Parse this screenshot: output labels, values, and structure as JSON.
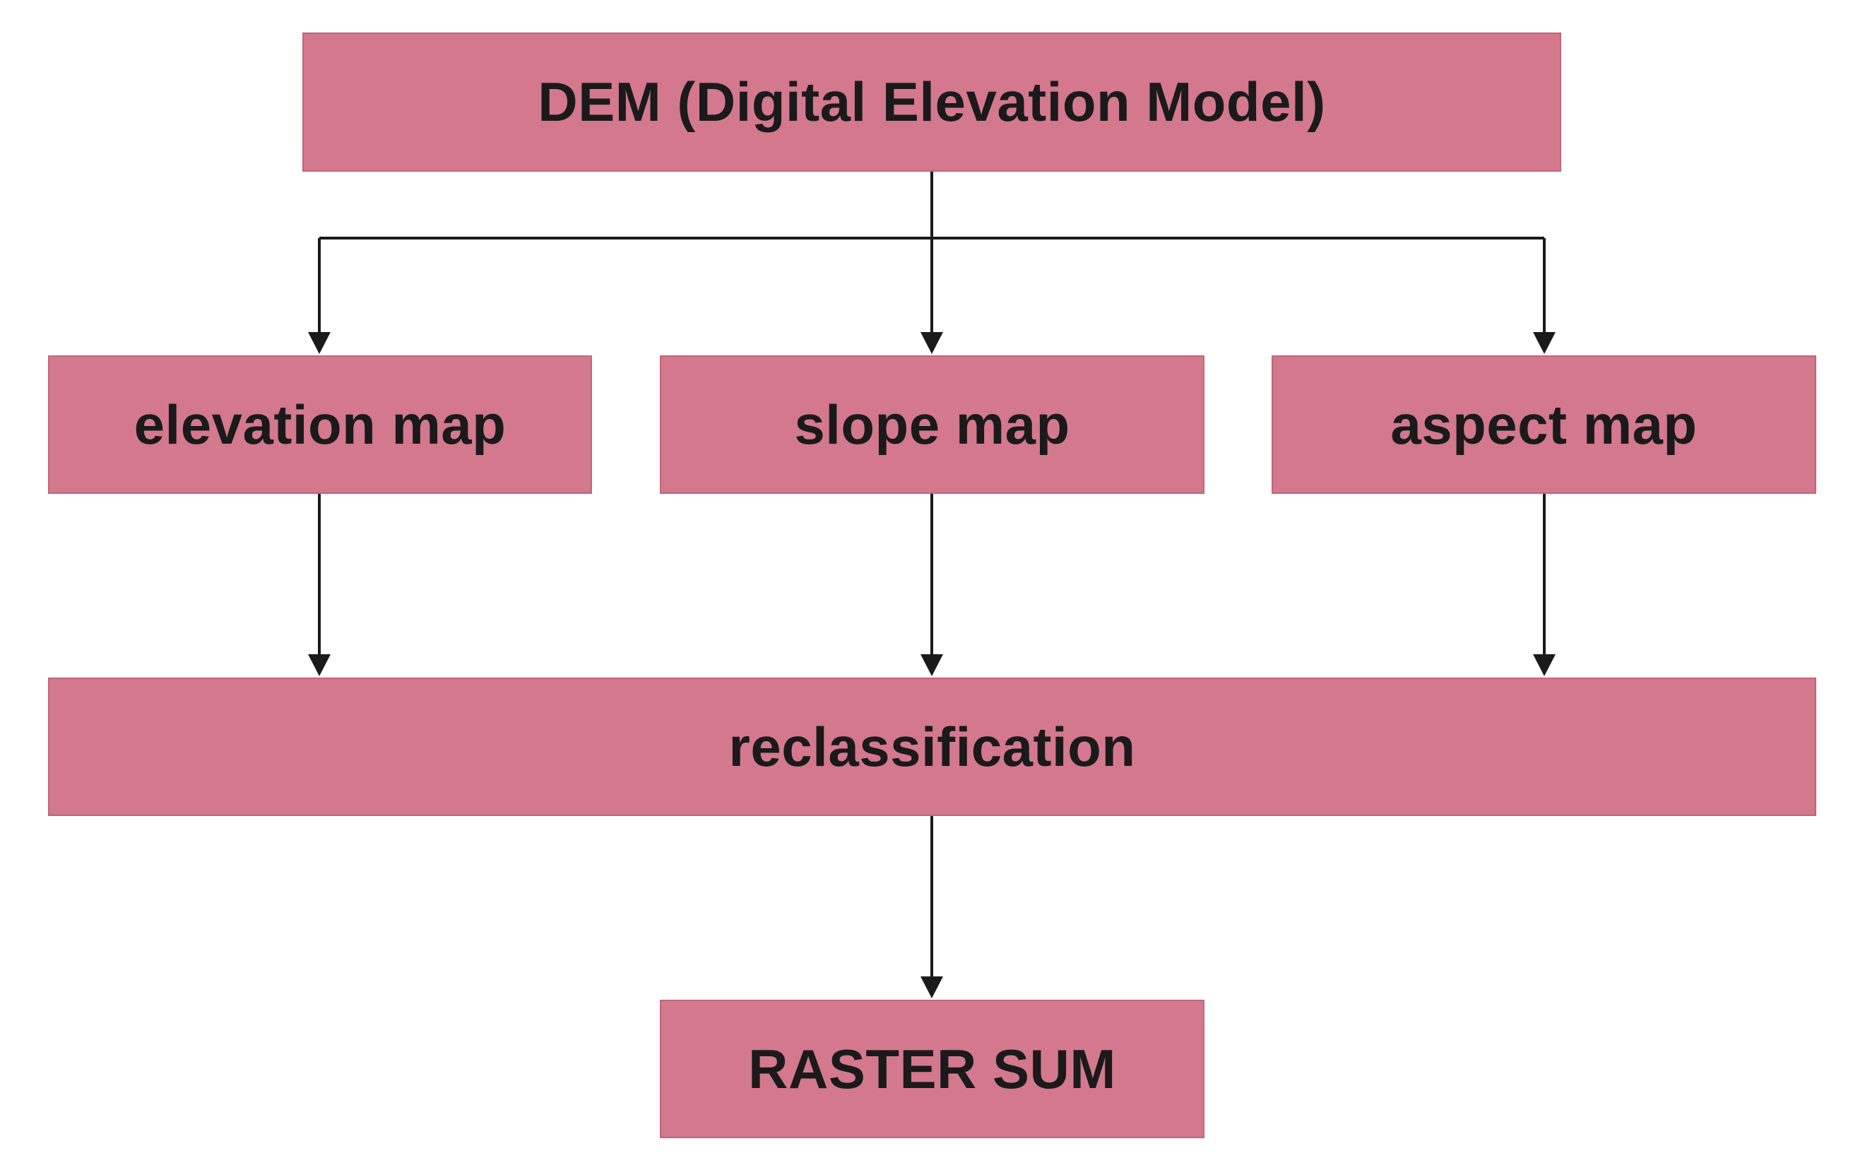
{
  "diagram": {
    "colors": {
      "box_fill": "#d4788d",
      "box_border": "#c2647a",
      "text": "#1a1a1a",
      "connector": "#1a1a1a"
    },
    "nodes": {
      "dem": "DEM (Digital Elevation Model)",
      "elevation": "elevation map",
      "slope": "slope map",
      "aspect": "aspect map",
      "reclassification": "reclassification",
      "raster_sum": "RASTER SUM"
    }
  }
}
